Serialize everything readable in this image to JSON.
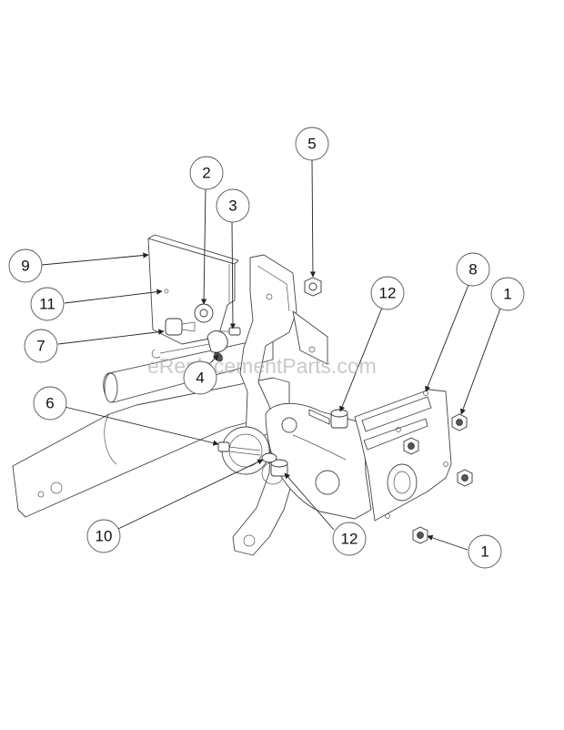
{
  "watermark": "eReplacementParts.com",
  "callouts": [
    {
      "id": "c9",
      "label": "9"
    },
    {
      "id": "c11",
      "label": "11"
    },
    {
      "id": "c7",
      "label": "7"
    },
    {
      "id": "c2",
      "label": "2"
    },
    {
      "id": "c3",
      "label": "3"
    },
    {
      "id": "c4",
      "label": "4"
    },
    {
      "id": "c5",
      "label": "5"
    },
    {
      "id": "c12a",
      "label": "12"
    },
    {
      "id": "c8",
      "label": "8"
    },
    {
      "id": "c1a",
      "label": "1"
    },
    {
      "id": "c6",
      "label": "6"
    },
    {
      "id": "c10",
      "label": "10"
    },
    {
      "id": "c12b",
      "label": "12"
    },
    {
      "id": "c1b",
      "label": "1"
    }
  ]
}
